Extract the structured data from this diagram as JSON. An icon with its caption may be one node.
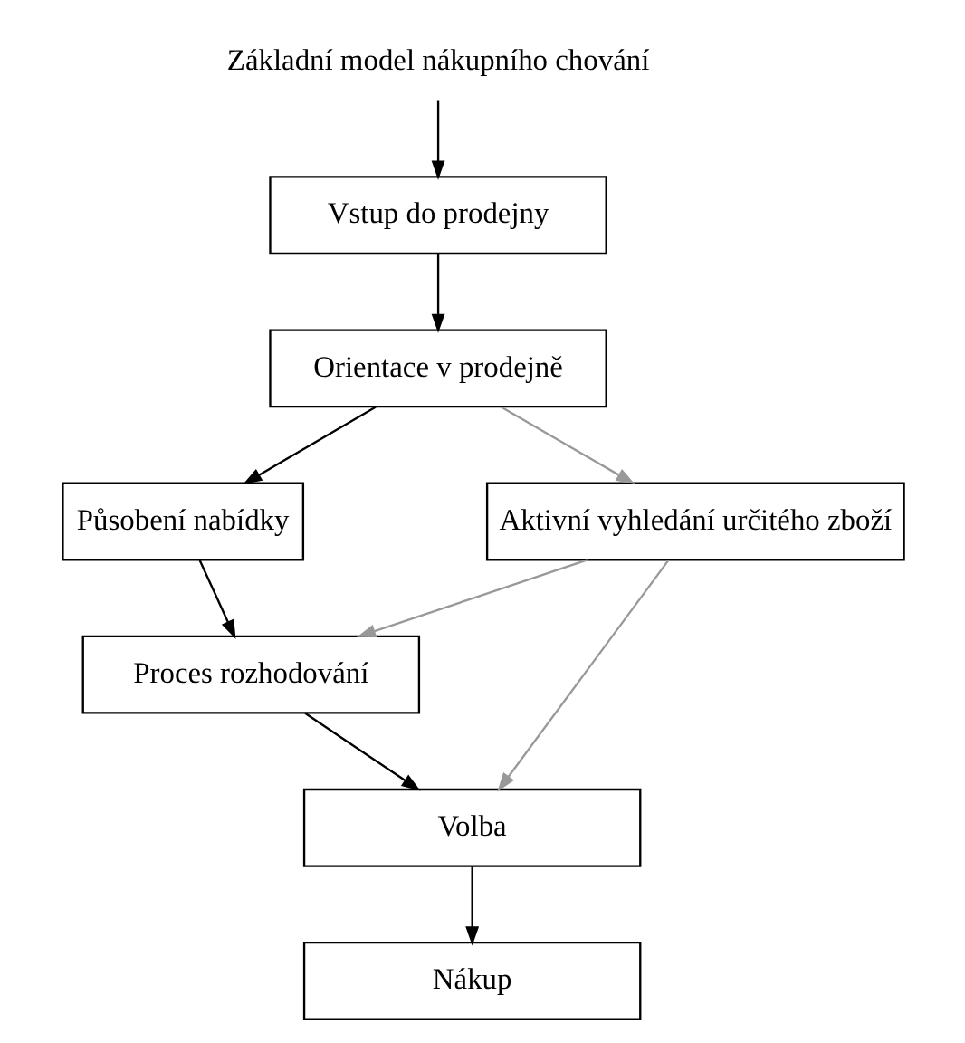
{
  "diagram": {
    "nodes": [
      {
        "text": [
          "Základní model nákupního chování"
        ]
      },
      {
        "text": [
          "Vstup do prodejny"
        ]
      },
      {
        "text": [
          "Orientace v prodejně"
        ]
      },
      {
        "text": [
          "Působení nabídky"
        ]
      },
      {
        "text": [
          "Aktivní vyhledání určitého zboží"
        ]
      },
      {
        "text": [
          "Proces rozhodování"
        ]
      },
      {
        "text": [
          "Volba"
        ]
      },
      {
        "text": [
          "Nákup"
        ]
      }
    ],
    "edges": [
      {
        "from": 0,
        "to": 1,
        "arrow": "to"
      },
      {
        "from": 1,
        "to": 2,
        "arrow": "to"
      },
      {
        "from": 2,
        "to": 3,
        "arrow": "to"
      },
      {
        "from": 2,
        "to": 4,
        "arrow": "to",
        "color": "#999999"
      },
      {
        "from": 3,
        "to": 5,
        "arrow": "to"
      },
      {
        "from": 4,
        "to": 5,
        "arrow": "to",
        "color": "#999999"
      },
      {
        "from": 5,
        "to": 6,
        "arrow": "to"
      },
      {
        "from": 4,
        "to": 6,
        "arrow": "to",
        "color": "#999999"
      },
      {
        "from": 6,
        "to": 7,
        "arrow": "to"
      }
    ]
  }
}
